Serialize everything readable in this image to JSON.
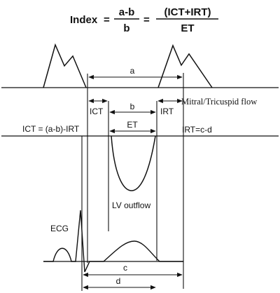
{
  "formula": {
    "lhs": "Index",
    "eq1": "=",
    "numerator1": "a-b",
    "denominator1": "b",
    "eq2": "=",
    "numerator2": "(ICT+IRT)",
    "denominator2": "ET"
  },
  "labels": {
    "a": "a",
    "b": "b",
    "c": "c",
    "d": "d",
    "ict": "ICT",
    "irt": "IRT",
    "et": "ET",
    "mitral_flow": "Mitral/Tricuspid flow",
    "ict_formula": "ICT = (a-b)-IRT",
    "irt_formula": "IRT=c-d",
    "lv_outflow": "LV outflow",
    "ecg": "ECG"
  }
}
